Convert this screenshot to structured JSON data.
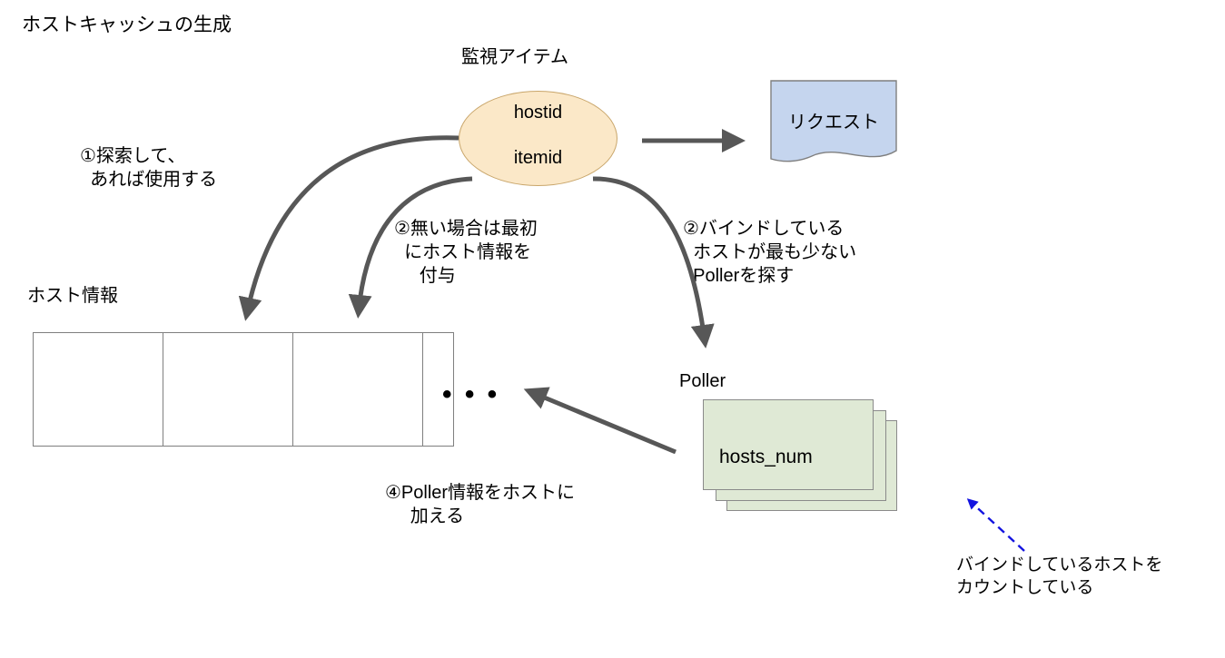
{
  "title": "ホストキャッシュの生成",
  "nodes": {
    "monitor_item_label": "監視アイテム",
    "ellipse": {
      "line1": "hostid",
      "line2": "itemid",
      "fill": "#fbe8c8",
      "stroke": "#c9a66b"
    },
    "request_doc": {
      "text": "リクエスト",
      "fill": "#c5d5ee",
      "stroke": "#7f7f7f"
    },
    "host_info_label": "ホスト情報",
    "host_table": {
      "cells": [
        "",
        "",
        "",
        ""
      ],
      "ellipsis": "• • •",
      "stroke": "#7f7f7f",
      "fill": "#ffffff"
    },
    "poller_label": "Poller",
    "poller_stack": {
      "front_text": "hosts_num",
      "fill": "#dfe9d5",
      "stroke": "#8a8a8a",
      "count": 3
    }
  },
  "annotations": {
    "step1": "①探索して、\n  あれば使用する",
    "step2a": "②無い場合は最初\n  にホスト情報を\n     付与",
    "step2b": "②バインドしている\n  ホストが最も少ない\n  Pollerを探す",
    "step4": "④Poller情報をホストに\n     加える",
    "count_note": "バインドしているホストを\nカウントしている"
  },
  "colors": {
    "arrow": "#575757",
    "dashed_arrow": "#1414e0",
    "text": "#000000",
    "background": "#ffffff"
  }
}
